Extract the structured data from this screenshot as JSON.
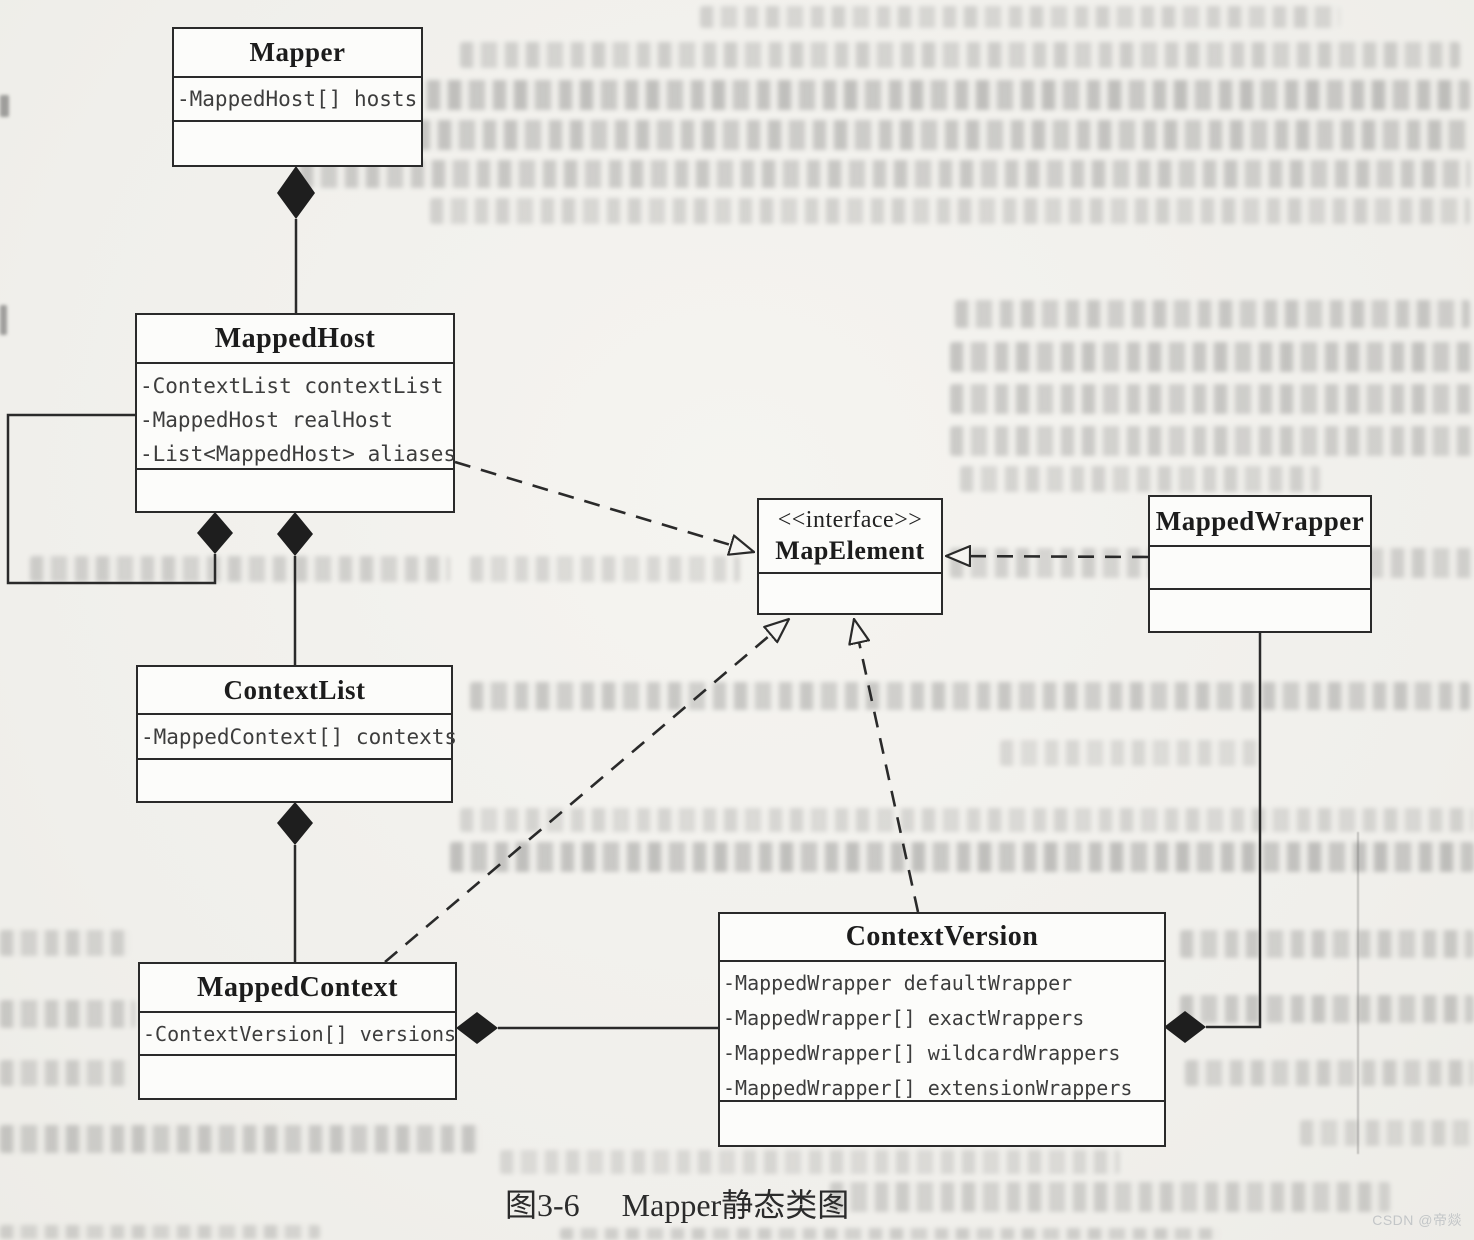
{
  "page": {
    "caption_fig": "图3-6",
    "caption_text": "Mapper静态类图",
    "watermark": "CSDN @帝燚"
  },
  "colors": {
    "line": "#2a2a2a",
    "box_fill": "#fcfcfa",
    "page_bg": "#f2f1ed",
    "attr_text": "#3d3d3d",
    "watermark_text": "#c3c6c8"
  },
  "classes": {
    "mapper": {
      "title": "Mapper",
      "attrs": [
        "-MappedHost[] hosts"
      ]
    },
    "mappedHost": {
      "title": "MappedHost",
      "attrs": [
        "-ContextList contextList",
        "-MappedHost realHost",
        "-List<MappedHost> aliases"
      ]
    },
    "contextList": {
      "title": "ContextList",
      "attrs": [
        "-MappedContext[] contexts"
      ]
    },
    "mappedContext": {
      "title": "MappedContext",
      "attrs": [
        "-ContextVersion[] versions"
      ]
    },
    "contextVersion": {
      "title": "ContextVersion",
      "attrs": [
        "-MappedWrapper defaultWrapper",
        "-MappedWrapper[] exactWrappers",
        "-MappedWrapper[] wildcardWrappers",
        "-MappedWrapper[] extensionWrappers"
      ]
    },
    "mapElement": {
      "stereotype": "<<interface>>",
      "title": "MapElement"
    },
    "mappedWrapper": {
      "title": "MappedWrapper"
    }
  }
}
